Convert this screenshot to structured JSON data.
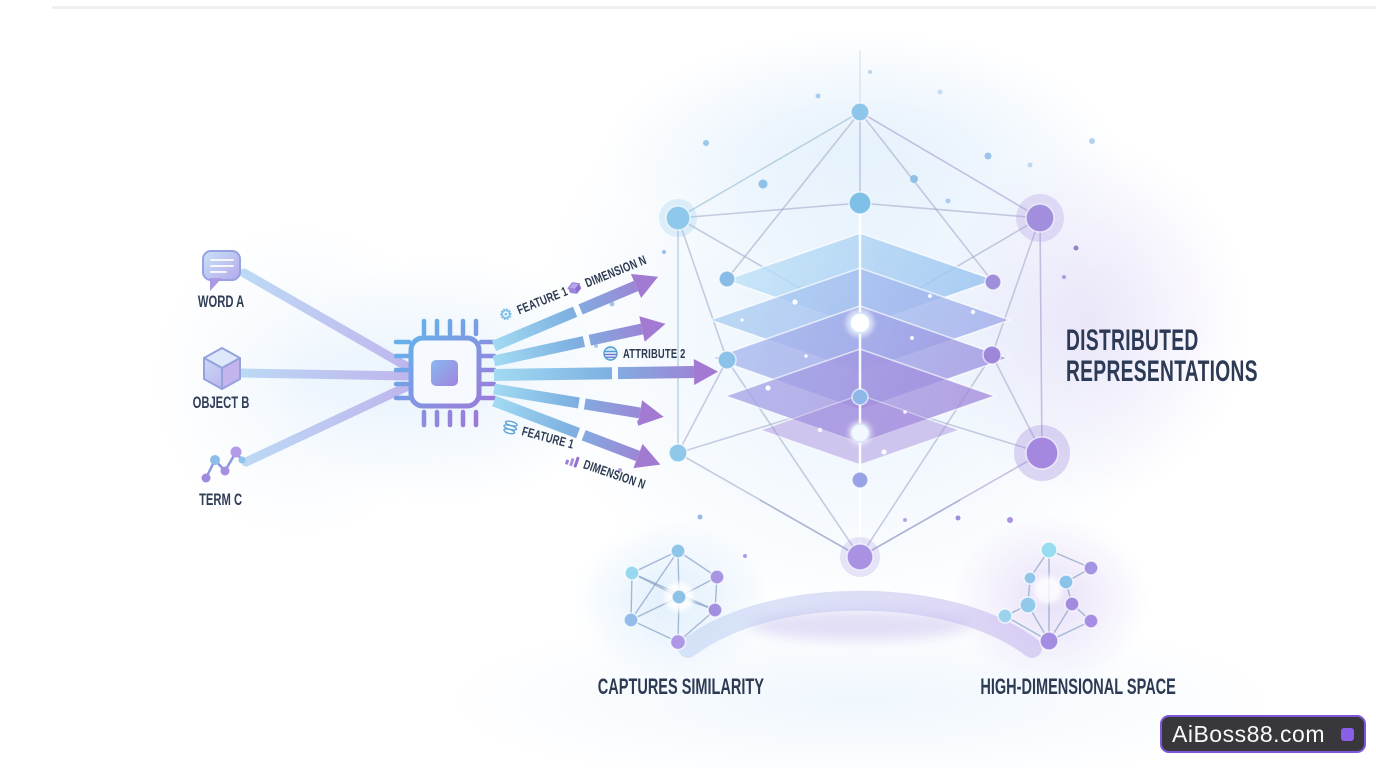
{
  "title": {
    "line1": "DISTRIBUTED",
    "line2": "REPRESENTATIONS"
  },
  "sources": [
    {
      "label": "WORD A",
      "icon": "speech-bubble-icon"
    },
    {
      "label": "OBJECT B",
      "icon": "cube-icon"
    },
    {
      "label": "TERM C",
      "icon": "zigzag-chart-icon"
    }
  ],
  "processor": {
    "icon": "chip-icon"
  },
  "arrow_labels": [
    {
      "label": "FEATURE 1",
      "icon": "gear-icon",
      "glyph": "⚙"
    },
    {
      "label": "DIMENSION N",
      "icon": "cube-icon"
    },
    {
      "label": "ATTRIBUTE 2",
      "icon": "globe-icon"
    },
    {
      "label": "FEATURE 1",
      "icon": "sphere-layers-icon"
    },
    {
      "label": "DIMENSION N",
      "icon": "bar-chart-icon"
    }
  ],
  "captions": {
    "left": "CAPTURES SIMILARITY",
    "right": "HIGH-DIMENSIONAL SPACE"
  },
  "watermark": {
    "text": "AiBoss88.com"
  },
  "colors": {
    "accent_blue": "#7fb9e8",
    "accent_purple": "#a383d9",
    "text_dark": "#2d3a55",
    "watermark_bg": "#37373c",
    "watermark_border": "#7e57d8",
    "watermark_square": "#8a5fe8"
  }
}
